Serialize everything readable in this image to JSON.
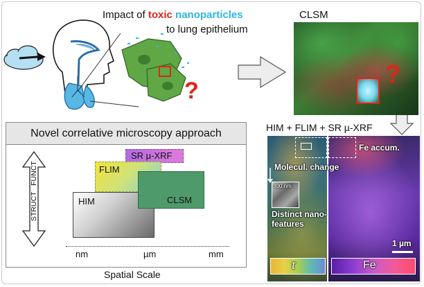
{
  "header": {
    "impact_prefix": "Impact of ",
    "toxic_word": "toxic",
    "nano_word": "nanoparticles",
    "line2": "to lung epithelium"
  },
  "question_mark": "?",
  "clsm_label": "CLSM",
  "combo_label": "HIM + FLIM + SR µ-XRF",
  "correlative": {
    "title": "Novel correlative microscopy approach",
    "axis_vertical": "STRUCT   FUNCT",
    "axis_horizontal": "Spatial Scale",
    "ticks": [
      "nm",
      "µm",
      "mm"
    ],
    "blocks": {
      "srxrf": "SR µ-XRF",
      "flim": "FLIM",
      "clsm": "CLSM",
      "him": "HIM"
    }
  },
  "image_annotations": {
    "fe_accum": "Fe accum.",
    "molecul_change": "Molecul. change",
    "scale_inset": "300 nm",
    "distinct_line1": "Distinct nano-",
    "distinct_line2": "features",
    "scale_bar": "1 µm",
    "tau": "τ",
    "fe": "Fe"
  },
  "colors": {
    "toxic": "#e2231a",
    "nano": "#2eb5e6",
    "cell_green": "#5fa845",
    "srxrf_purple": "#b36be0",
    "flim_yellow": "#e6d23a",
    "clsm_green": "#4f9a6a",
    "lung_blue": "#59b7e3"
  }
}
